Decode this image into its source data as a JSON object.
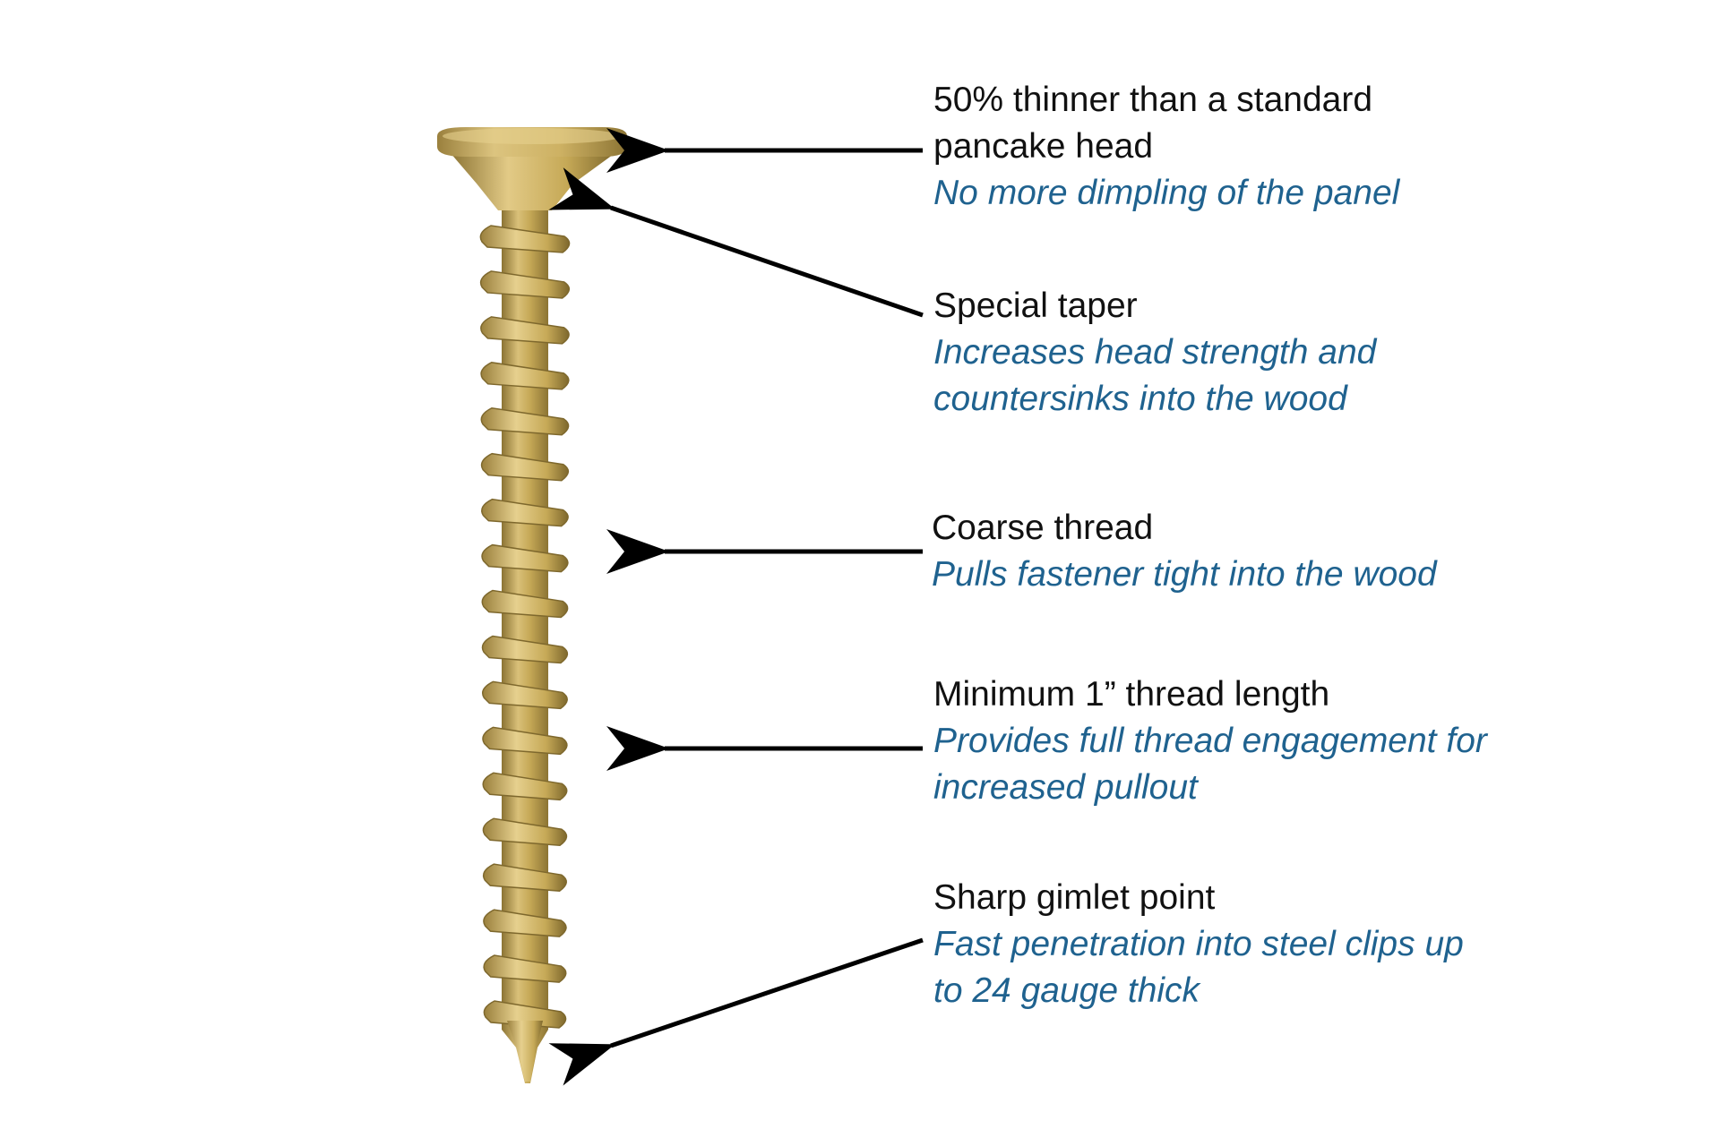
{
  "colors": {
    "title_text": "#111111",
    "description_text": "#1f628f",
    "arrow": "#000000",
    "screw_gold": "#c6a957",
    "screw_shadow": "#8c7434",
    "screw_highlight": "#e6d08e",
    "background": "#ffffff"
  },
  "callouts": {
    "head": {
      "title_line1": "50% thinner than a standard",
      "title_line2": "pancake head",
      "description": "No more dimpling of the panel"
    },
    "taper": {
      "title": "Special taper",
      "description_line1": "Increases head strength and",
      "description_line2": "countersinks into the wood"
    },
    "thread": {
      "title": "Coarse thread",
      "description": "Pulls fastener tight into the wood"
    },
    "length": {
      "title": "Minimum 1” thread length",
      "description_line1": "Provides full thread engagement for",
      "description_line2": "increased pullout"
    },
    "point": {
      "title": "Sharp gimlet point",
      "description_line1": "Fast penetration into steel clips up",
      "description_line2": "to 24 gauge thick"
    }
  },
  "screw": {
    "thread_turns": 18
  },
  "icons": {
    "screw": "wood-screw-illustration",
    "arrow": "callout-arrow-icon"
  }
}
